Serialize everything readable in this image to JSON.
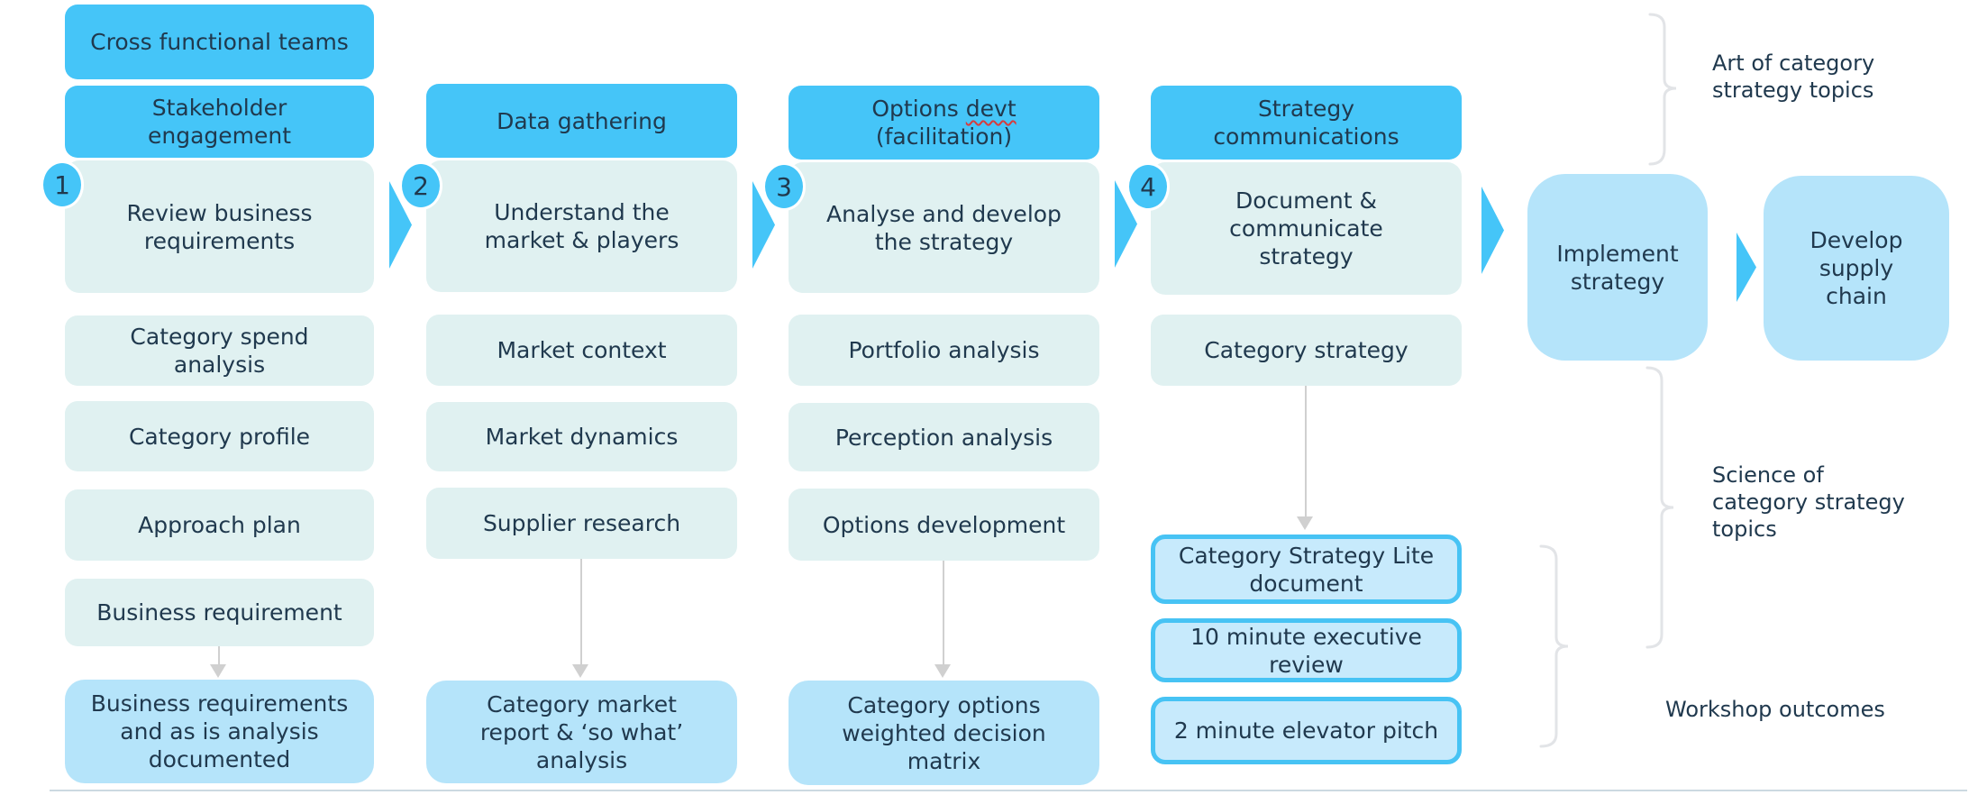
{
  "diagram": {
    "columns": [
      {
        "headers": [
          "Cross functional teams",
          "Stakeholder engagement"
        ],
        "step_number": "1",
        "step_label": "Review business requirements",
        "items": [
          "Category spend analysis",
          "Category profile",
          "Approach plan",
          "Business requirement"
        ],
        "outcome": "Business requirements and as is analysis documented"
      },
      {
        "headers": [
          "Data gathering"
        ],
        "step_number": "2",
        "step_label": "Understand the market & players",
        "items": [
          "Market context",
          "Market dynamics",
          "Supplier research"
        ],
        "outcome": "Category market report & ‘so what’ analysis"
      },
      {
        "header_parts": {
          "prefix": "Options ",
          "misspelled": "devt",
          "line2": "(facilitation)"
        },
        "step_number": "3",
        "step_label": "Analyse and develop the strategy",
        "items": [
          "Portfolio analysis",
          "Perception analysis",
          "Options development"
        ],
        "outcome": "Category options weighted decision matrix"
      },
      {
        "headers": [
          "Strategy communications"
        ],
        "step_number": "4",
        "step_label": "Document & communicate strategy",
        "items": [
          "Category strategy"
        ],
        "workshop_outputs": [
          "Category Strategy Lite document",
          "10 minute executive review",
          "2 minute elevator pitch"
        ]
      }
    ],
    "final_steps": [
      "Implement strategy",
      "Develop supply chain"
    ],
    "annotations": {
      "art": "Art of category strategy topics",
      "science": "Science of category strategy topics",
      "workshop": "Workshop outcomes"
    },
    "colors": {
      "bright_blue": "#45c5f8",
      "pale_mint": "#e0f1f1",
      "light_blue": "#b5e4fa",
      "outlined_fill": "#c7eafc",
      "outlined_border": "#47c3f4",
      "text_navy": "#20394e",
      "arrow_gray": "#d0d0d0",
      "brace_gray": "#e2e4e7",
      "baseline_gray": "#ccd9e1",
      "squiggle_red": "#d83b3b"
    }
  }
}
